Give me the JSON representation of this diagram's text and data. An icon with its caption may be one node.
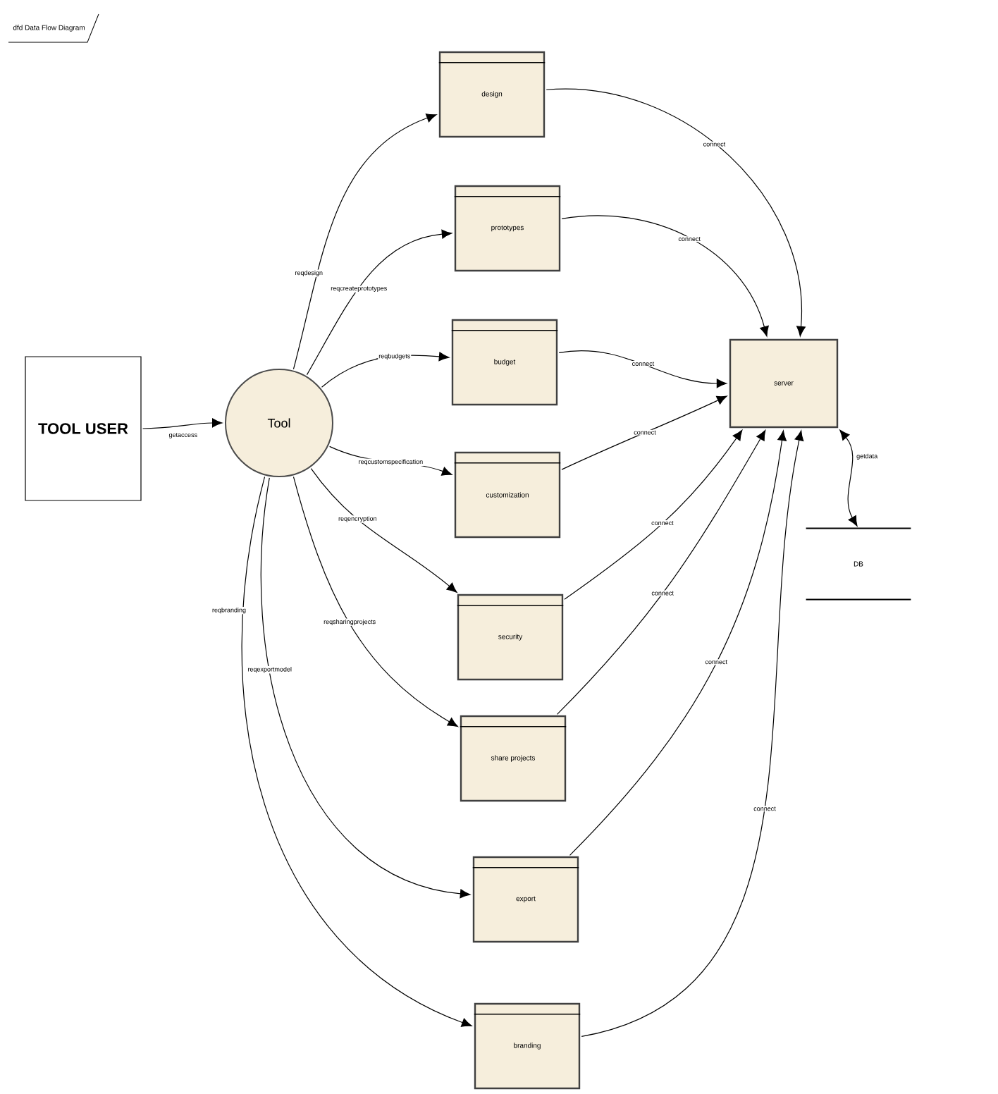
{
  "diagram": {
    "title": "dfd Data Flow Diagram",
    "nodes": [
      {
        "text": [
          "TOOL USER"
        ]
      },
      {
        "text": [
          "Tool"
        ]
      },
      {
        "text": [
          "design"
        ]
      },
      {
        "text": [
          "prototypes"
        ]
      },
      {
        "text": [
          "budget"
        ]
      },
      {
        "text": [
          "customization"
        ]
      },
      {
        "text": [
          "security"
        ]
      },
      {
        "text": [
          "share projects"
        ]
      },
      {
        "text": [
          "export"
        ]
      },
      {
        "text": [
          "branding"
        ]
      },
      {
        "text": [
          "server"
        ]
      },
      {
        "text": [
          "DB"
        ]
      }
    ],
    "edges": [
      {
        "from": 0,
        "to": 1,
        "arrow": "to",
        "label": "getaccess"
      },
      {
        "from": 1,
        "to": 2,
        "arrow": "to",
        "label": "reqdesign"
      },
      {
        "from": 1,
        "to": 3,
        "arrow": "to",
        "label": "reqcreateprototypes"
      },
      {
        "from": 1,
        "to": 4,
        "arrow": "to",
        "label": "reqbudgets"
      },
      {
        "from": 1,
        "to": 5,
        "arrow": "to",
        "label": "reqcustomspecification"
      },
      {
        "from": 1,
        "to": 6,
        "arrow": "to",
        "label": "reqencryption"
      },
      {
        "from": 1,
        "to": 7,
        "arrow": "to",
        "label": "reqsharingprojects"
      },
      {
        "from": 1,
        "to": 8,
        "arrow": "to",
        "label": "reqexportmodel"
      },
      {
        "from": 1,
        "to": 9,
        "arrow": "to",
        "label": "reqbranding"
      },
      {
        "from": 2,
        "to": 10,
        "arrow": "to",
        "label": "connect"
      },
      {
        "from": 3,
        "to": 10,
        "arrow": "to",
        "label": "connect"
      },
      {
        "from": 4,
        "to": 10,
        "arrow": "to",
        "label": "connect"
      },
      {
        "from": 5,
        "to": 10,
        "arrow": "to",
        "label": "connect"
      },
      {
        "from": 6,
        "to": 10,
        "arrow": "to",
        "label": "connect"
      },
      {
        "from": 7,
        "to": 10,
        "arrow": "to",
        "label": "connect"
      },
      {
        "from": 8,
        "to": 10,
        "arrow": "to",
        "label": "connect"
      },
      {
        "from": 9,
        "to": 10,
        "arrow": "to",
        "label": "connect"
      },
      {
        "from": 10,
        "to": 11,
        "arrow": "both",
        "label": "getdata"
      }
    ]
  }
}
